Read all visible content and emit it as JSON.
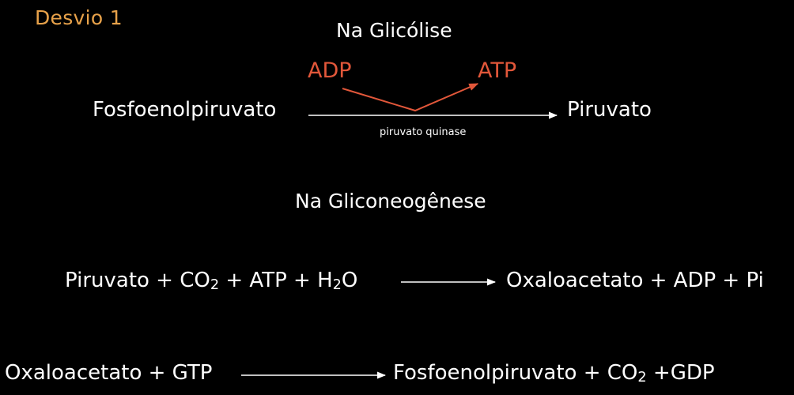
{
  "slide": {
    "title": "Desvio 1"
  },
  "glicolise": {
    "heading": "Na Glicólise",
    "adp": "ADP",
    "atp": "ATP",
    "substrate": "Fosfoenolpiruvato",
    "product": "Piruvato",
    "enzyme": "piruvato quinase"
  },
  "gliconeogenese": {
    "heading": "Na Gliconeogênese",
    "reaction1": {
      "left_a": "Piruvato + CO",
      "left_a_sub": "2",
      "left_b": " + ATP + H",
      "left_b_sub": "2",
      "left_c": "O",
      "right": "Oxaloacetato + ADP + Pi"
    },
    "reaction2": {
      "left": "Oxaloacetato + GTP",
      "right_a": "Fosfoenolpiruvato + CO",
      "right_a_sub": "2",
      "right_b": " +GDP"
    }
  },
  "colors": {
    "title": "#e8a24a",
    "cofactor": "#e2573a",
    "text": "#ffffff",
    "background": "#000000"
  }
}
